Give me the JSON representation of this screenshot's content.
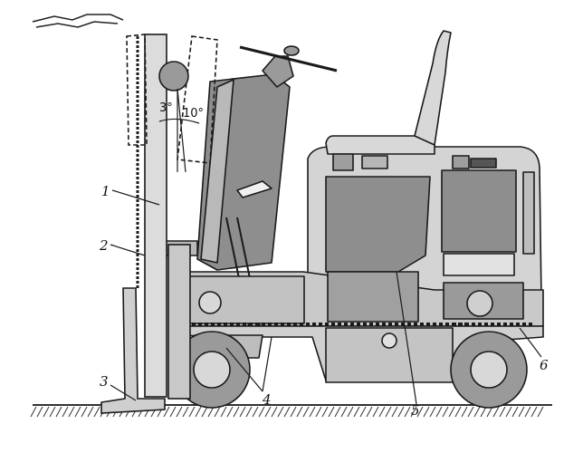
{
  "colors": {
    "ink": "#1a1a1a",
    "body": "#d4d4d4",
    "dark": "#8e8e8e",
    "mid": "#b5b5b5",
    "light": "#e6e6e6"
  },
  "callouts": [
    {
      "id": "1",
      "text": "1"
    },
    {
      "id": "2",
      "text": "2"
    },
    {
      "id": "3",
      "text": "3"
    },
    {
      "id": "4",
      "text": "4"
    },
    {
      "id": "5",
      "text": "5"
    },
    {
      "id": "6",
      "text": "6"
    }
  ],
  "angles": {
    "forward_tilt": "3°",
    "back_tilt": "10°"
  }
}
